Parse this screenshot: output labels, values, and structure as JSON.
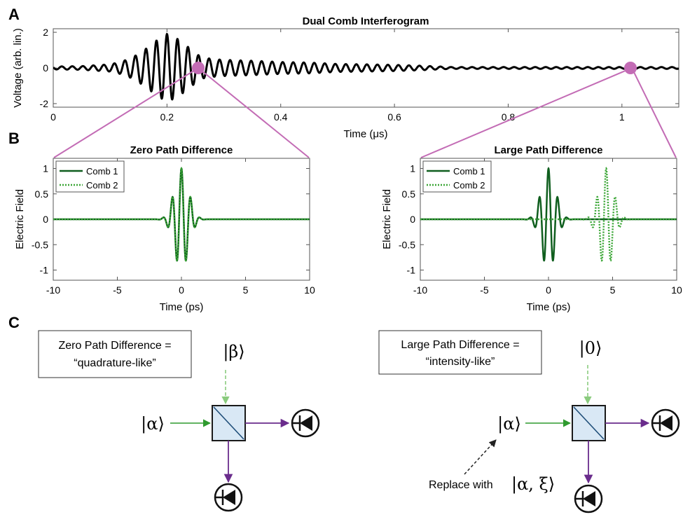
{
  "panels": {
    "A": "A",
    "B": "B",
    "C": "C"
  },
  "colors": {
    "comb1": "#0f5e1e",
    "comb2": "#3aa635",
    "interferogram": "#000000",
    "zoom_marker": "#c36cb5",
    "signal_arrow": "#2e9a2e",
    "lo_arrow": "#8acb7e",
    "output_arrow": "#6a2c8c",
    "beamsplitter_fill": "#d9e8f5",
    "beamsplitter_line": "#1f4e79"
  },
  "chart_data": [
    {
      "type": "line",
      "title": "Dual Comb Interferogram",
      "xlabel": "Time (μs)",
      "ylabel": "Voltage (arb. lin.)",
      "xlim": [
        0,
        1.1
      ],
      "ylim": [
        -2.2,
        2.2
      ],
      "xticks": [
        0,
        0.2,
        0.4,
        0.6,
        0.8,
        1
      ],
      "xtick_labels": [
        "0",
        "0.2",
        "0.4",
        "0.6",
        "0.8",
        "1"
      ],
      "yticks": [
        -2,
        0,
        2
      ],
      "ytick_labels": [
        "-2",
        "0",
        "2"
      ],
      "series": [
        {
          "x": [
            0,
            0.05,
            0.1,
            0.12,
            0.14,
            0.16,
            0.18,
            0.2,
            0.22,
            0.24,
            0.26,
            0.28,
            0.3,
            0.35,
            0.4,
            0.45,
            0.5,
            0.55,
            0.6,
            0.65,
            0.7,
            1.1
          ],
          "amplitude_envelope": [
            0.08,
            0.1,
            0.2,
            0.35,
            0.6,
            1.0,
            1.5,
            1.9,
            1.6,
            1.1,
            0.6,
            0.5,
            0.45,
            0.4,
            0.33,
            0.3,
            0.22,
            0.2,
            0.17,
            0.12,
            0.05,
            0.05
          ],
          "oscillation_period": 0.0185
        }
      ],
      "markers": [
        {
          "x": 0.255,
          "y": 0
        },
        {
          "x": 1.015,
          "y": 0
        }
      ]
    },
    {
      "type": "line",
      "title": "Zero Path Difference",
      "xlabel": "Time (ps)",
      "ylabel": "Electric Field",
      "xlim": [
        -10,
        10
      ],
      "ylim": [
        -1.2,
        1.2
      ],
      "xticks": [
        -10,
        -5,
        0,
        5,
        10
      ],
      "xtick_labels": [
        "-10",
        "-5",
        "0",
        "5",
        "10"
      ],
      "yticks": [
        -1,
        -0.5,
        0,
        0.5,
        1
      ],
      "ytick_labels": [
        "-1",
        "-0.5",
        "0",
        "0.5",
        "1"
      ],
      "legend_position": "top-left",
      "series": [
        {
          "name": "Comb 1",
          "center": 0,
          "peak": 1.0,
          "trough": -0.8,
          "style": "solid"
        },
        {
          "name": "Comb 2",
          "center": 0,
          "peak": 1.0,
          "trough": -0.8,
          "style": "dotted"
        }
      ]
    },
    {
      "type": "line",
      "title": "Large Path Difference",
      "xlabel": "Time (ps)",
      "ylabel": "Electric Field",
      "xlim": [
        -10,
        10
      ],
      "ylim": [
        -1.2,
        1.2
      ],
      "xticks": [
        -10,
        -5,
        0,
        5,
        10
      ],
      "xtick_labels": [
        "-10",
        "-5",
        "0",
        "5",
        "10"
      ],
      "yticks": [
        -1,
        -0.5,
        0,
        0.5,
        1
      ],
      "ytick_labels": [
        "-1",
        "-0.5",
        "0",
        "0.5",
        "1"
      ],
      "legend_position": "top-left",
      "series": [
        {
          "name": "Comb 1",
          "center": 0,
          "peak": 1.0,
          "trough": -0.8,
          "style": "solid"
        },
        {
          "name": "Comb 2",
          "center": 4.5,
          "peak": 1.0,
          "trough": -0.8,
          "style": "dotted"
        }
      ]
    }
  ],
  "diagram": {
    "left": {
      "box_line1": "Zero Path Difference =",
      "box_line2": "“quadrature-like”",
      "lo_ket": "|β⟩",
      "signal_ket": "|α⟩"
    },
    "right": {
      "box_line1": "Large Path Difference =",
      "box_line2": "“intensity-like”",
      "lo_ket": "|0⟩",
      "signal_ket": "|α⟩",
      "replace_label": "Replace with",
      "replace_ket": "|α, ξ⟩"
    }
  }
}
